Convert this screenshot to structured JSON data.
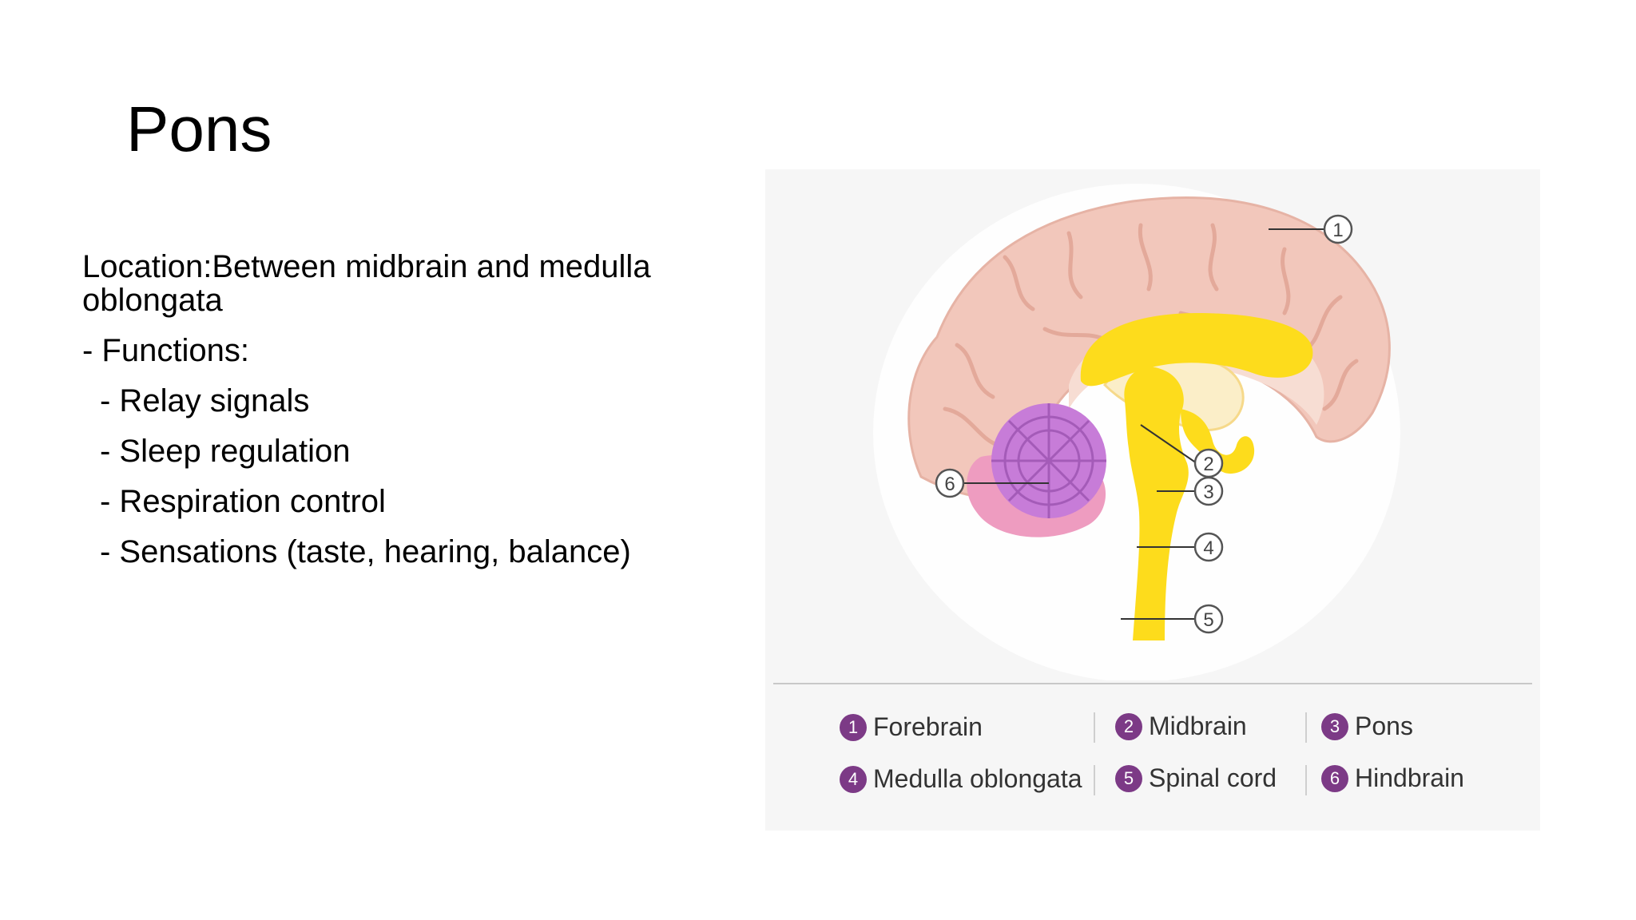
{
  "slide": {
    "title": "Pons",
    "location": "Location:Between midbrain and medulla oblongata",
    "functions_heading": "- Functions:",
    "functions": [
      "- Relay signals",
      "- Sleep regulation",
      "- Respiration control",
      "- Sensations (taste, hearing, balance)"
    ]
  },
  "diagram": {
    "callouts": [
      "1",
      "2",
      "3",
      "4",
      "5",
      "6"
    ],
    "legend": [
      {
        "num": "1",
        "label": "Forebrain"
      },
      {
        "num": "2",
        "label": "Midbrain"
      },
      {
        "num": "3",
        "label": "Pons"
      },
      {
        "num": "4",
        "label": "Medulla oblongata"
      },
      {
        "num": "5",
        "label": "Spinal cord"
      },
      {
        "num": "6",
        "label": "Hindbrain"
      }
    ],
    "colors": {
      "cerebrum": "#f2c7bb",
      "cerebrum_fold": "#e3a99a",
      "brainstem": "#fddc1c",
      "thalamus": "#fbeec8",
      "cerebellum": "#c77cd8",
      "hindbrain_base": "#ee9cc0",
      "badge": "#7c3a86",
      "panel": "#f6f6f6"
    }
  }
}
